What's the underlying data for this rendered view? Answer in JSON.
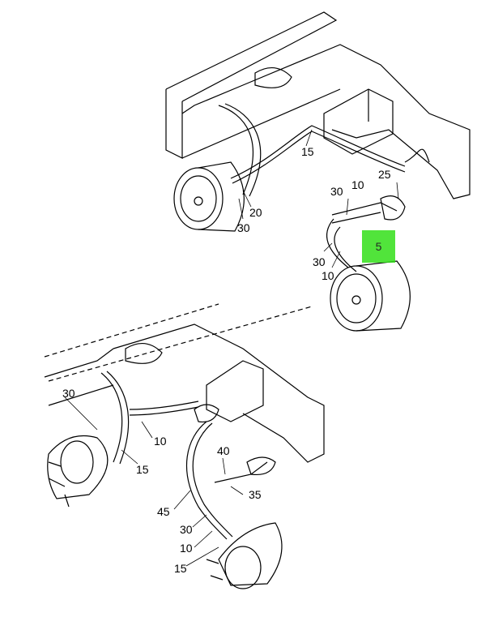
{
  "highlight_color": "#33e01a",
  "highlighted_callout": "5",
  "top_assembly": {
    "callouts": [
      "15",
      "20",
      "30",
      "10",
      "25",
      "30",
      "30",
      "10"
    ]
  },
  "bottom_assembly": {
    "callouts": [
      "30",
      "10",
      "15",
      "40",
      "35",
      "45",
      "30",
      "10",
      "15"
    ]
  }
}
